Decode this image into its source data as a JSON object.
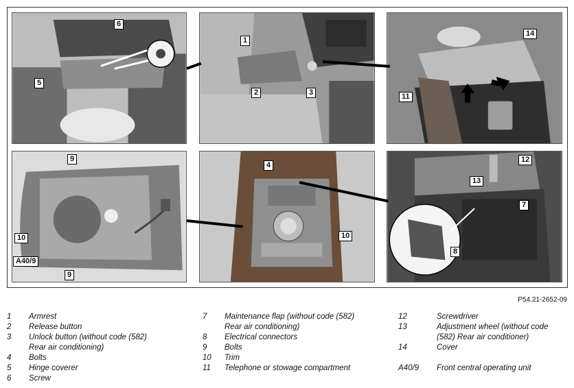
{
  "figure_id": "P54.21-2652-09",
  "panels": {
    "top_left": {
      "callouts": [
        "6",
        "5"
      ]
    },
    "top_mid": {
      "callouts": [
        "1",
        "2",
        "3"
      ]
    },
    "top_right": {
      "callouts": [
        "14",
        "11"
      ]
    },
    "bottom_left": {
      "callouts": [
        "9",
        "10",
        "A40/9",
        "9"
      ]
    },
    "bottom_mid": {
      "callouts": [
        "4",
        "10"
      ]
    },
    "bottom_right": {
      "callouts": [
        "12",
        "13",
        "7",
        "8"
      ]
    }
  },
  "legend": {
    "col1": [
      {
        "num": "1",
        "text": "Armrest"
      },
      {
        "num": "2",
        "text": "Release button"
      },
      {
        "num": "3",
        "text": "Unlock button (without code (582)"
      },
      {
        "num": "",
        "text": "Rear air conditioning)"
      },
      {
        "num": "4",
        "text": "Bolts"
      },
      {
        "num": "5",
        "text": "Hinge coverer"
      },
      {
        "num": "6",
        "text": "Screw"
      }
    ],
    "col2": [
      {
        "num": "7",
        "text": "Maintenance flap (without code (582)"
      },
      {
        "num": "",
        "text": "Rear air conditioning)"
      },
      {
        "num": "8",
        "text": "Electrical connectors"
      },
      {
        "num": "9",
        "text": "Bolts"
      },
      {
        "num": "10",
        "text": "Trim"
      },
      {
        "num": "11",
        "text": "Telephone or stowage compartment"
      }
    ],
    "col3": [
      {
        "num": "12",
        "text": "Screwdriver"
      },
      {
        "num": "13",
        "text": "Adjustment wheel (without code"
      },
      {
        "num": "",
        "text": "(582) Rear air conditioner)"
      },
      {
        "num": "14",
        "text": "Cover"
      },
      {
        "num": "",
        "text": ""
      },
      {
        "num": "A40/9",
        "text": "Front central operating unit"
      }
    ]
  }
}
